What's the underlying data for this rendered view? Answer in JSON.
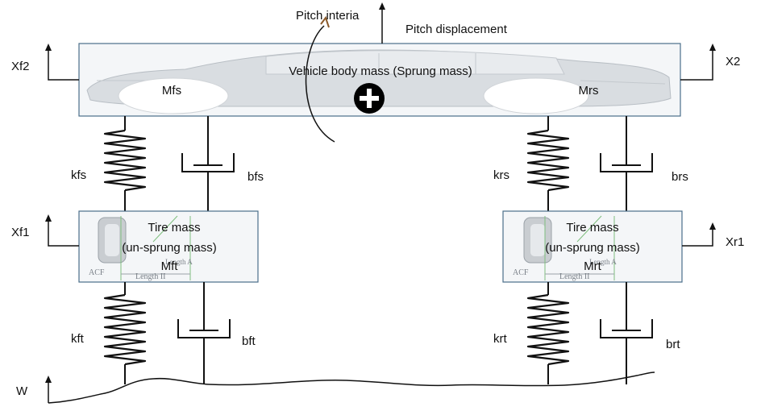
{
  "body": {
    "title": "Vehicle body mass (Sprung mass)",
    "front_mass": "Mfs",
    "rear_mass": "Mrs",
    "pitch_inertia": "Pitch interia",
    "pitch_displacement": "Pitch displacement",
    "front_disp": "Xf2",
    "rear_disp": "X2"
  },
  "front_wheel": {
    "line1": "Tire mass",
    "line2": "(un-sprung mass)",
    "mass": "Mft",
    "disp": "Xf1",
    "spring_upper": "kfs",
    "damper_upper": "bfs",
    "spring_lower": "kft",
    "damper_lower": "bft"
  },
  "rear_wheel": {
    "line1": "Tire mass",
    "line2": "(un-sprung mass)",
    "mass": "Mrt",
    "disp": "Xr1",
    "spring_upper": "krs",
    "damper_upper": "brs",
    "spring_lower": "krt",
    "damper_lower": "brt"
  },
  "road": {
    "label": "W"
  },
  "thumb_text": {
    "acf": "ACF",
    "length": "Length II",
    "length_a": "Length A"
  },
  "colors": {
    "box_border": "#4a6f8a",
    "line": "#111111",
    "pitch_arrow": "#8b5a2b"
  }
}
